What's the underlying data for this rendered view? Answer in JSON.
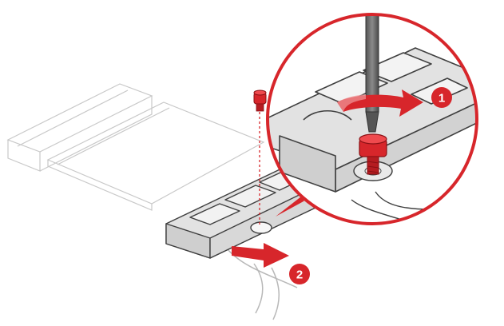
{
  "colors": {
    "accent": "#d7262b",
    "outline": "#404040",
    "part_fill": "#e2e2e2",
    "faint_outline": "#c8c8c8"
  },
  "steps": [
    {
      "number": "1",
      "action": "rotate-screw"
    },
    {
      "number": "2",
      "action": "pull-bracket-out"
    }
  ],
  "icons": [
    "screwdriver-icon",
    "screw-icon",
    "curved-arrow-icon",
    "straight-arrow-icon",
    "magnifier-circle-icon"
  ]
}
